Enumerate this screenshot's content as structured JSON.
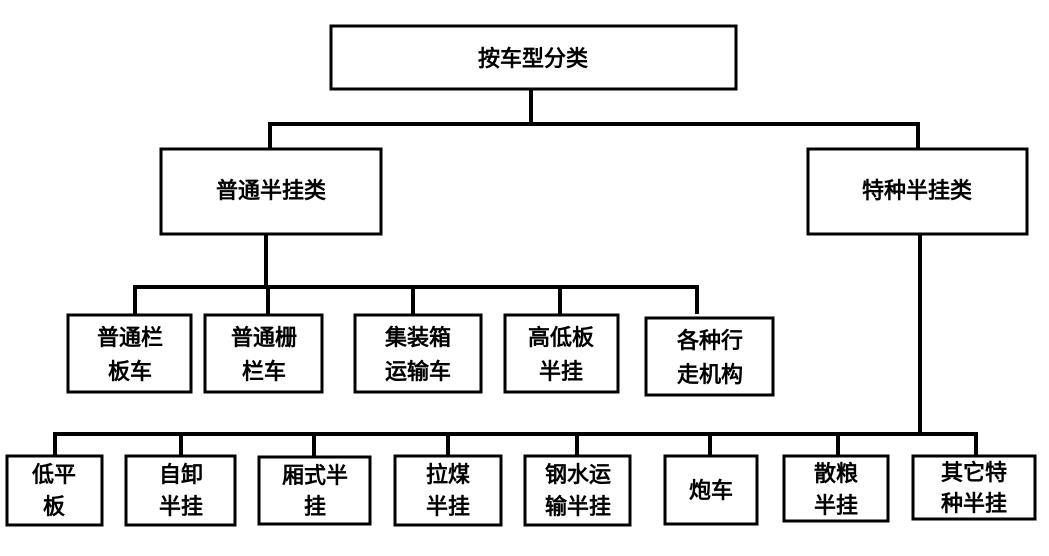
{
  "root": {
    "label": "按车型分类"
  },
  "categories": [
    {
      "label": "普通半挂类",
      "children": [
        {
          "lines": [
            "普通栏",
            "板车"
          ]
        },
        {
          "lines": [
            "普通栅",
            "栏车"
          ]
        },
        {
          "lines": [
            "集装箱",
            "运输车"
          ]
        },
        {
          "lines": [
            "高低板",
            "半挂"
          ]
        },
        {
          "lines": [
            "各种行",
            "走机构"
          ]
        }
      ]
    },
    {
      "label": "特种半挂类",
      "children": [
        {
          "lines": [
            "低平",
            "板"
          ]
        },
        {
          "lines": [
            "自卸",
            "半挂"
          ]
        },
        {
          "lines": [
            "厢式半",
            "挂"
          ]
        },
        {
          "lines": [
            "拉煤",
            "半挂"
          ]
        },
        {
          "lines": [
            "钢水运",
            "输半挂"
          ]
        },
        {
          "lines": [
            "炮车"
          ]
        },
        {
          "lines": [
            "散粮",
            "半挂"
          ]
        },
        {
          "lines": [
            "其它特",
            "种半挂"
          ]
        }
      ]
    }
  ],
  "colors": {
    "line": "#000000",
    "box_fill": "#ffffff",
    "text": "#000000"
  }
}
